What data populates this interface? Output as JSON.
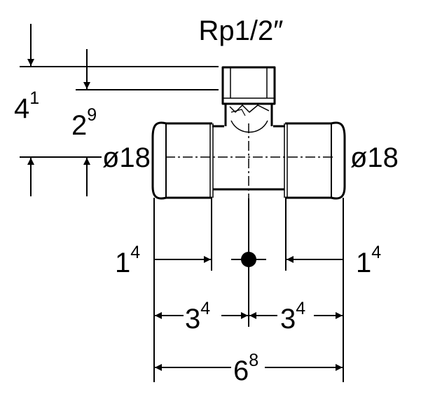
{
  "title": "Rp1/2″",
  "dimensions": {
    "socket_height": {
      "main": "4",
      "sup": "1"
    },
    "thread_height": {
      "main": "2",
      "sup": "9"
    },
    "diameter_left": "ø18",
    "diameter_right": "ø18",
    "insertion_left": {
      "main": "1",
      "sup": "4"
    },
    "insertion_right": {
      "main": "1",
      "sup": "4"
    },
    "half_left": {
      "main": "3",
      "sup": "4"
    },
    "half_right": {
      "main": "3",
      "sup": "4"
    },
    "overall_length": {
      "main": "6",
      "sup": "8"
    }
  }
}
